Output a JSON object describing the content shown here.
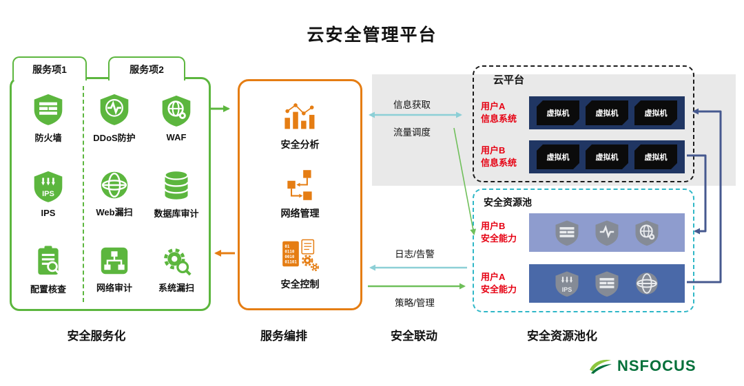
{
  "title": "云安全管理平台",
  "services_panel": {
    "tab1": "服务项1",
    "tab2": "服务项2",
    "items": [
      {
        "label": "防火墙"
      },
      {
        "label": "DDoS防护"
      },
      {
        "label": "WAF"
      },
      {
        "label": "IPS"
      },
      {
        "label": "Web漏扫"
      },
      {
        "label": "数据库审计"
      },
      {
        "label": "配置核查"
      },
      {
        "label": "网络审计"
      },
      {
        "label": "系统漏扫"
      }
    ],
    "ips_icon_text": "IPS",
    "caption": "安全服务化"
  },
  "orchestration_panel": {
    "items": [
      {
        "label": "安全分析"
      },
      {
        "label": "网络管理"
      },
      {
        "label": "安全控制"
      }
    ],
    "binary": [
      "01",
      "0110",
      "0010",
      "01101"
    ],
    "caption": "服务编排"
  },
  "linkage": {
    "top_labels": {
      "info": "信息获取",
      "traffic": "流量调度"
    },
    "bottom_labels": {
      "log": "日志/告警",
      "policy": "策略/管理"
    },
    "caption": "安全联动"
  },
  "cloud_platform": {
    "title": "云平台",
    "tenants": [
      {
        "user": "用户A",
        "system": "信息系统",
        "vm_label": "虚拟机"
      },
      {
        "user": "用户B",
        "system": "信息系统",
        "vm_label": "虚拟机"
      }
    ]
  },
  "resource_pool": {
    "title": "安全资源池",
    "tenants": [
      {
        "user": "用户B",
        "capability": "安全能力"
      },
      {
        "user": "用户A",
        "capability": "安全能力"
      }
    ],
    "ips_icon_text": "IPS",
    "caption": "安全资源池化"
  },
  "branding": {
    "logo_text": "NSFOCUS"
  },
  "colors": {
    "green": "#5cb63e",
    "orange": "#e57d13",
    "red": "#e60012",
    "navy_bar": "#203663",
    "purple_bar": "#8e9cce",
    "blue_bar": "#4a69a8",
    "teal_arrow": "#8ccfd6",
    "connector_blue": "#46598f",
    "gray_band": "#e9e9e9",
    "cyan_border": "#2fb7c7"
  }
}
